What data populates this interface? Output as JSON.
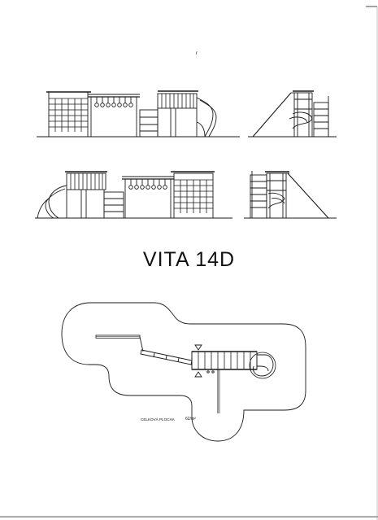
{
  "drawing": {
    "title": "VITA 14D",
    "area_label": "CELKOVÁ PLOCHA",
    "area_value": "62/m²",
    "page_marker": "r"
  }
}
